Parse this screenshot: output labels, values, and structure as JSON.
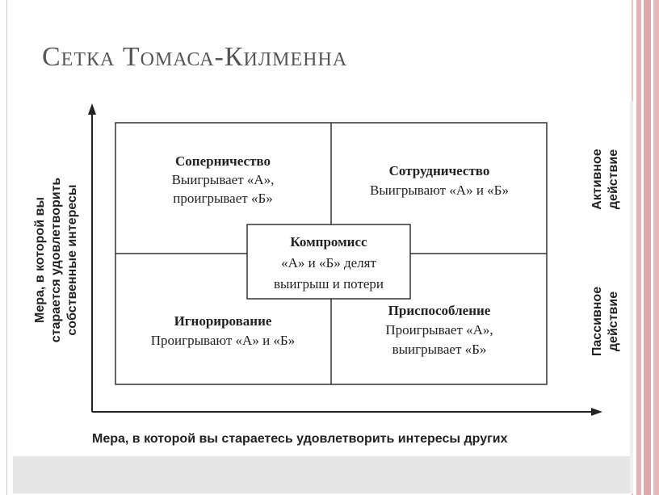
{
  "title": "Сетка Томаса-Килменна",
  "diagram": {
    "y_axis_label": [
      "Мера, в которой вы",
      "старается удовлетворить",
      "собственные интересы"
    ],
    "x_axis_label": "Мера, в которой вы стараетесь удовлетворить интересы других",
    "right_top": [
      "Активное",
      "действие"
    ],
    "right_bottom": [
      "Пассивное",
      "действие"
    ],
    "cells": {
      "top_left": {
        "title": "Соперничество",
        "line1": "Выигрывает «А»,",
        "line2": "проигрывает «Б»"
      },
      "top_right": {
        "title": "Сотрудничество",
        "line1": "Выигрывают «А» и «Б»",
        "line2": ""
      },
      "center": {
        "title": "Компромисс",
        "line1": "«А» и «Б» делят",
        "line2": "выигрыш и потери"
      },
      "bottom_left": {
        "title": "Игнорирование",
        "line1": "Проигрывают «А» и «Б»",
        "line2": ""
      },
      "bottom_right": {
        "title": "Приспособление",
        "line1": "Проигрывает «А»,",
        "line2": "выигрывает «Б»"
      }
    }
  }
}
